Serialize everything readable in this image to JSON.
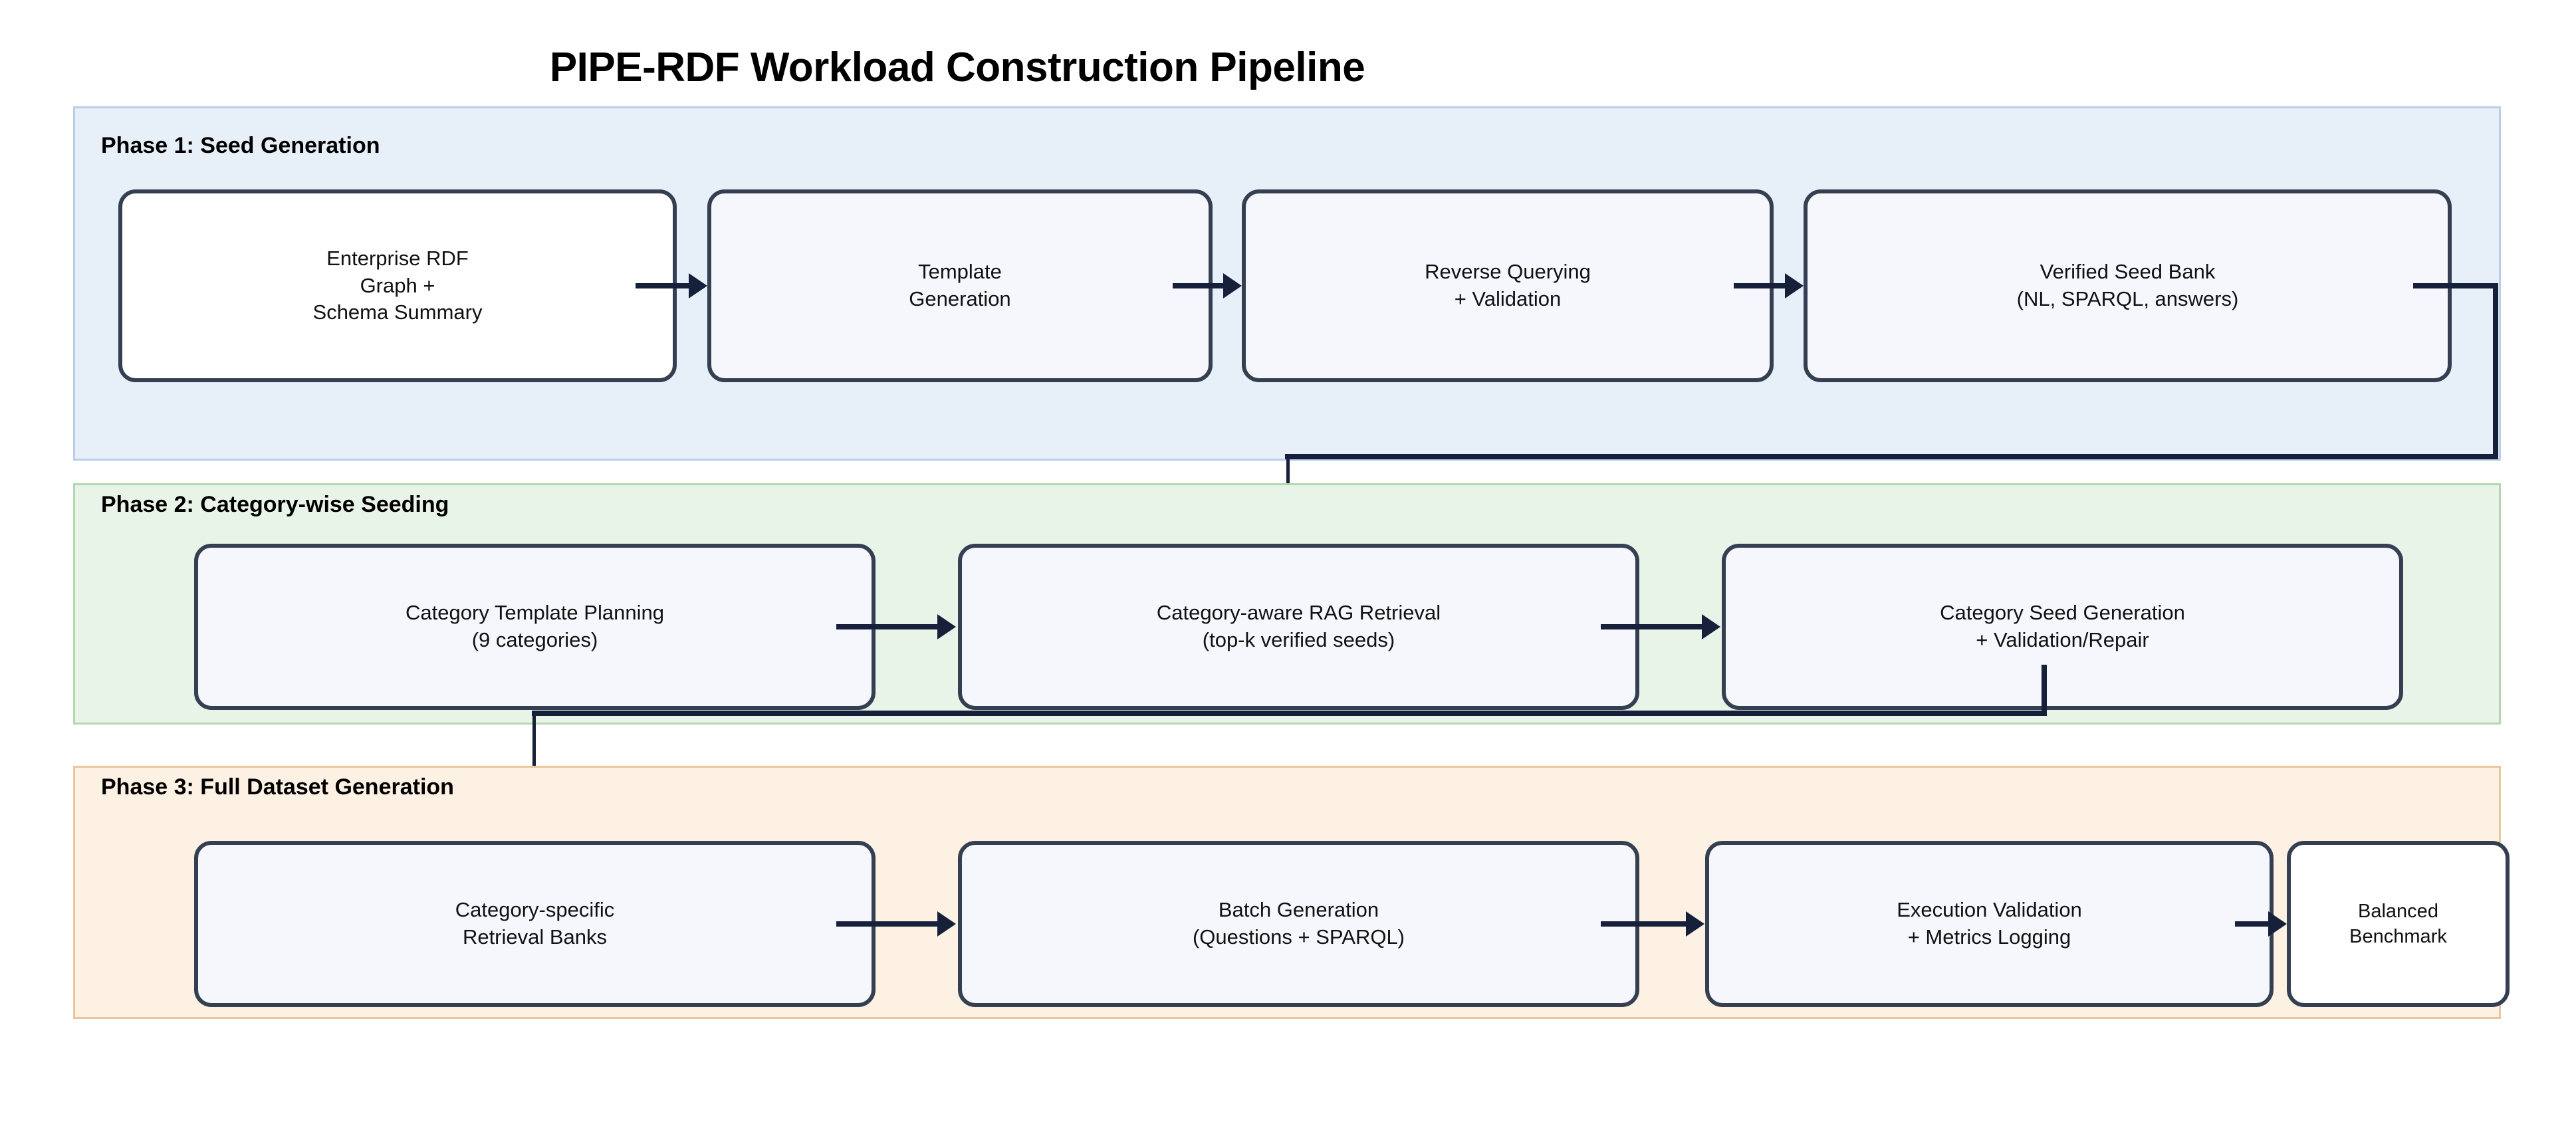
{
  "title": "PIPE-RDF Workload Construction Pipeline",
  "colors": {
    "phase1_fill": "#e7eff9",
    "phase1_border": "#b7cfe8",
    "phase2_fill": "#e9f4e8",
    "phase2_border": "#b3d8b0",
    "phase3_fill": "#fdf1e3",
    "phase3_border": "#e8c79a",
    "node_fill": "#f5f7fc",
    "node_border": "#343f52",
    "connector": "#17203a",
    "text": "#111111"
  },
  "phases": [
    {
      "id": "phase-1",
      "label": "Phase 1: Seed Generation",
      "nodes": [
        {
          "id": "enterprise-rdf-graph",
          "label": "Enterprise RDF\nGraph +\nSchema Summary"
        },
        {
          "id": "template-generation",
          "label": "Template\nGeneration"
        },
        {
          "id": "reverse-querying",
          "label": "Reverse Querying\n+ Validation"
        },
        {
          "id": "verified-seed-bank",
          "label": "Verified Seed Bank\n(NL, SPARQL, answers)"
        }
      ]
    },
    {
      "id": "phase-2",
      "label": "Phase 2: Category-wise Seeding",
      "nodes": [
        {
          "id": "category-template-planning",
          "label": "Category Template Planning\n(9 categories)"
        },
        {
          "id": "category-aware-rag-retrieval",
          "label": "Category-aware RAG Retrieval\n(top-k verified seeds)"
        },
        {
          "id": "category-seed-generation",
          "label": "Category Seed Generation\n+ Validation/Repair"
        }
      ]
    },
    {
      "id": "phase-3",
      "label": "Phase 3: Full Dataset Generation",
      "nodes": [
        {
          "id": "category-specific-retrieval-banks",
          "label": "Category-specific\nRetrieval Banks"
        },
        {
          "id": "batch-generation",
          "label": "Batch Generation\n(Questions + SPARQL)"
        },
        {
          "id": "execution-validation",
          "label": "Execution Validation\n+ Metrics Logging"
        },
        {
          "id": "balanced-benchmark",
          "label": "Balanced\nBenchmark"
        }
      ]
    }
  ]
}
